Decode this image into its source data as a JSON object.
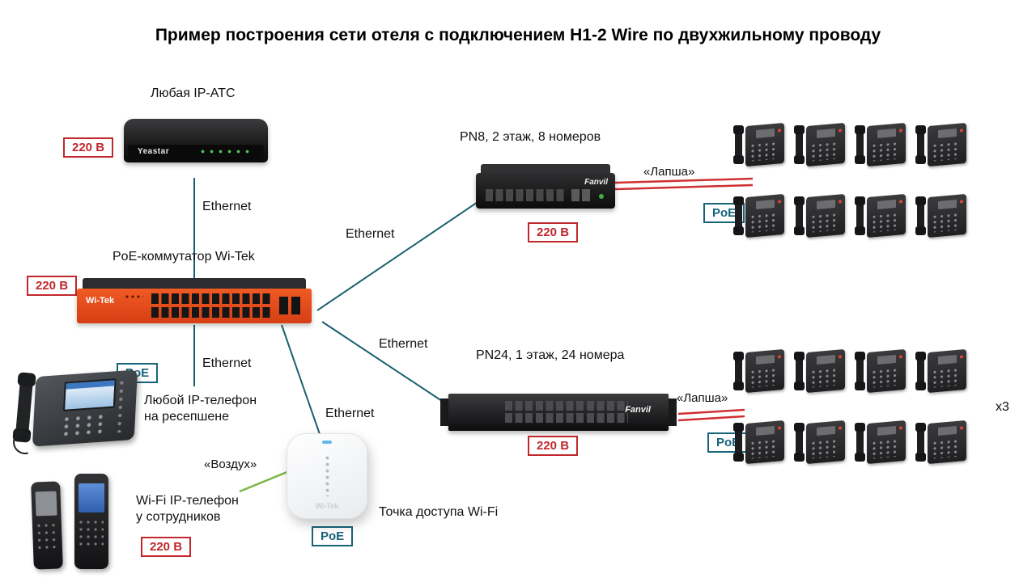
{
  "title": "Пример построения сети отеля с подключением H1-2 Wire по двухжильному проводу",
  "labels": {
    "ethernet": "Ethernet",
    "power": "220 В",
    "poe": "PoE",
    "lapsha": "«Лапша»",
    "air": "«Воздух»",
    "multiplier": "x3"
  },
  "colors": {
    "link_line": "#19606f",
    "power_red": "#c1272d",
    "poe_teal": "#17647a",
    "lapsha_red": "#d03030",
    "air_green": "#79b644",
    "switch_orange": "#e8531e"
  },
  "nodes": {
    "pbx": {
      "label": "Любая IP-АТС",
      "brand": "Yeastar"
    },
    "core_switch": {
      "label": "PoE-коммутатор Wi-Tek",
      "brand": "Wi-Tek"
    },
    "pn8": {
      "label": "PN8, 2 этаж, 8 номеров",
      "brand": "Fanvil"
    },
    "pn24": {
      "label": "PN24, 1 этаж, 24 номера",
      "brand": "Fanvil"
    },
    "reception_phone": {
      "label_line1": "Любой IP-телефон",
      "label_line2": "на ресепшене"
    },
    "staff_phone": {
      "label_line1": "Wi-Fi IP-телефон",
      "label_line2": "у сотрудников"
    },
    "access_point": {
      "label": "Точка доступа Wi-Fi",
      "brand": "Wi-Tek"
    }
  }
}
